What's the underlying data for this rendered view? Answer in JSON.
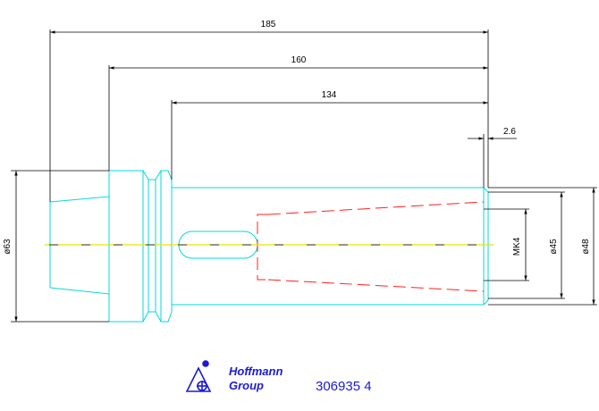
{
  "drawing": {
    "dimensions": {
      "overall_length": "185",
      "flange_to_end": "160",
      "groove_to_end": "134",
      "end_offset": "2.6",
      "shank_diameter": "ø63",
      "taper": "MK4",
      "inner_diameter": "ø45",
      "outer_diameter": "ø48"
    },
    "colors": {
      "part_outline": "#00d8e0",
      "hidden_taper": "#ff2020",
      "center_line": "#e8e800",
      "dimension_line": "#000000",
      "logo": "#1a1ad8"
    }
  },
  "footer": {
    "brand_line1": "Hoffmann",
    "brand_line2": "Group",
    "part_number": "306935 4"
  }
}
